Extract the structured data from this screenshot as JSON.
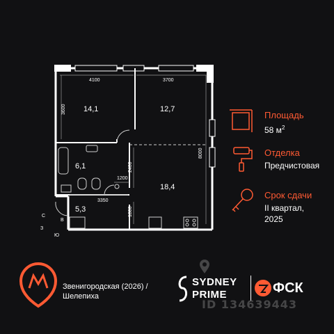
{
  "plan": {
    "rooms": [
      {
        "area": "14,1"
      },
      {
        "area": "12,7"
      },
      {
        "area": "6,1"
      },
      {
        "area": "18,4"
      },
      {
        "area": "5,3"
      }
    ],
    "dimensions": {
      "top_left": "4100",
      "top_right": "3700",
      "left_upper": "3600",
      "right": "8000",
      "middle_vertical": "2400",
      "middle_horizontal": "1200",
      "bottom_horizontal": "3350",
      "bottom_vertical": "1800"
    },
    "compass": {
      "north": "С",
      "west": "З",
      "east": "В",
      "south": "Ю"
    }
  },
  "info": {
    "area_label": "Площадь",
    "area_value": "58 м",
    "area_unit_sup": "2",
    "finish_label": "Отделка",
    "finish_value": "Предчистовая",
    "delivery_label": "Срок сдачи",
    "delivery_value_line1": "II квартал,",
    "delivery_value_line2": "2025"
  },
  "metro": {
    "line1": "Звенигородская (2026) /",
    "line2": "Шелепиха"
  },
  "brands": {
    "sydney_line1": "SYDNEY",
    "sydney_line2": "PRIME",
    "fsk": "ФСК"
  },
  "watermark": "ID 134639443",
  "colors": {
    "accent": "#ff5a33",
    "background": "#111113",
    "wall": "#ffffff",
    "line": "#cfcfcf"
  }
}
